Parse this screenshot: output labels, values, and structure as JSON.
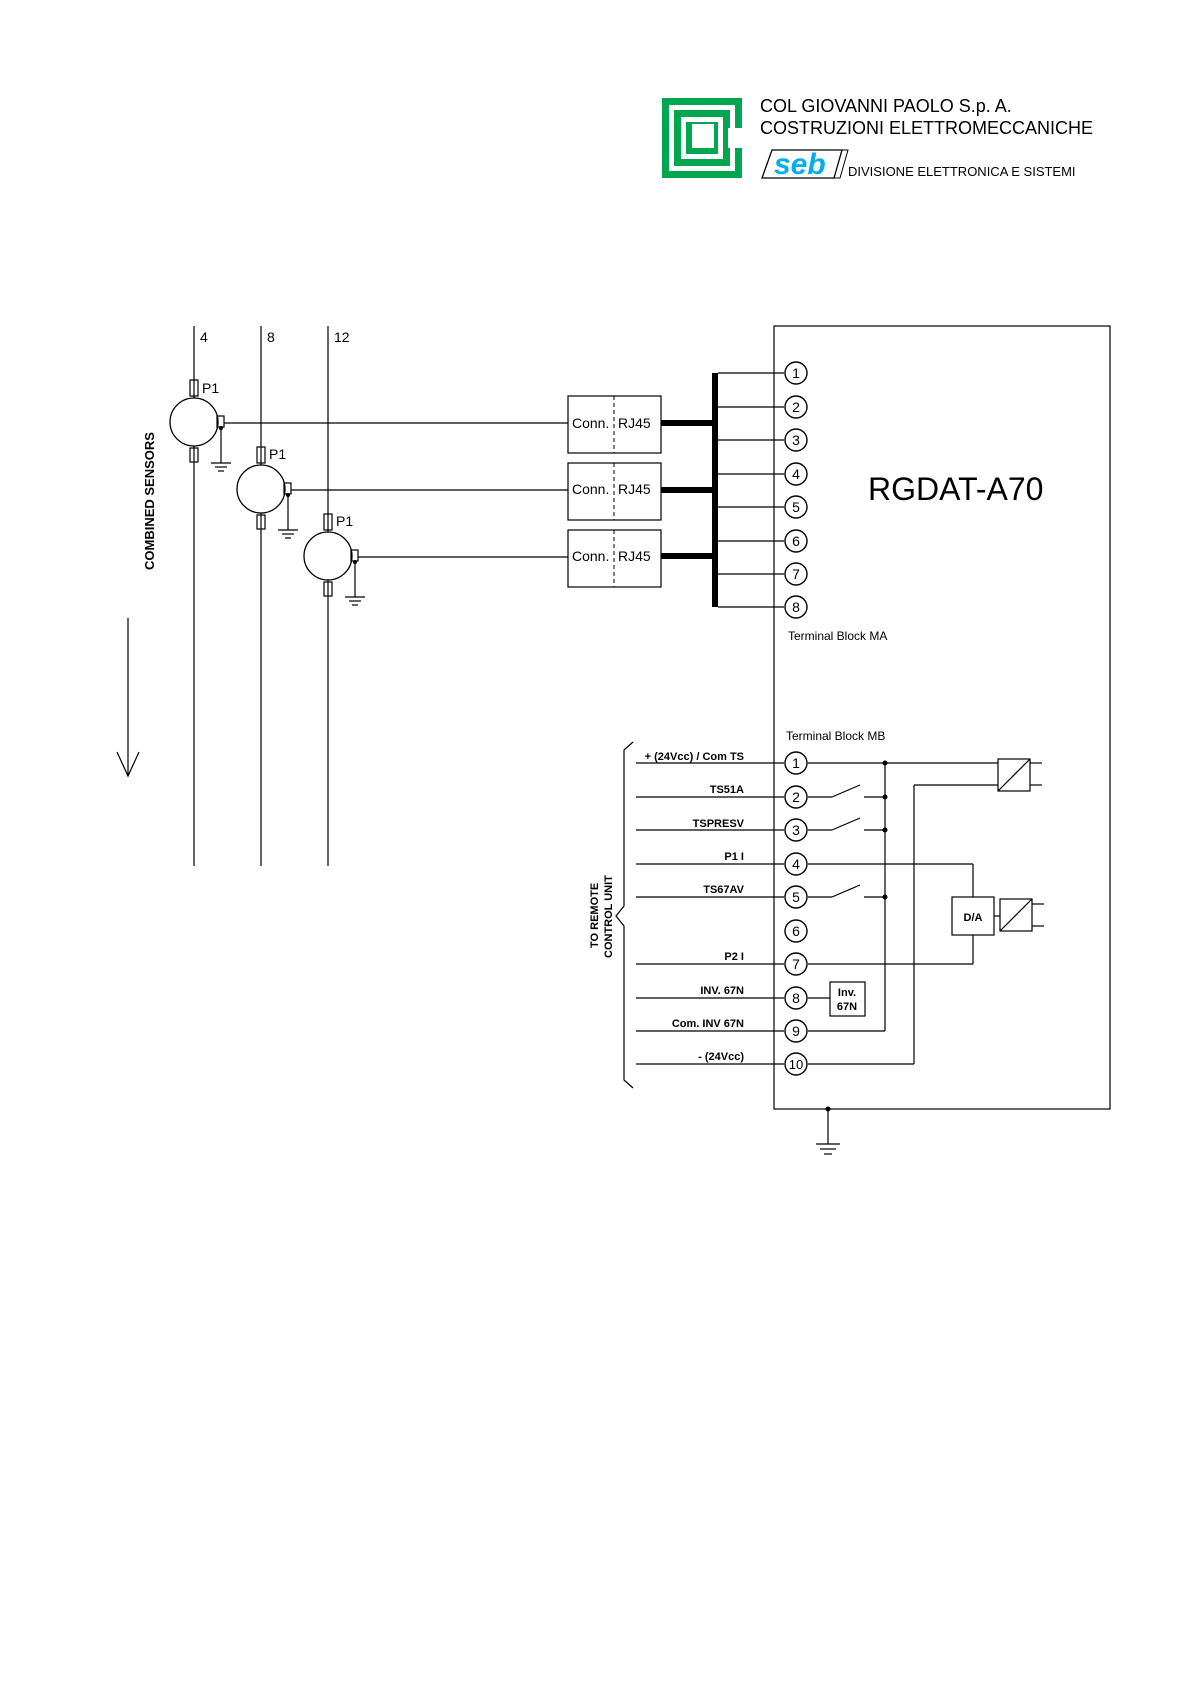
{
  "header": {
    "company_line1": "COL GIOVANNI PAOLO  S.p. A.",
    "company_line2": "COSTRUZIONI ELETTROMECCANICHE",
    "division": "DIVISIONE ELETTRONICA E SISTEMI",
    "seb_logo_text": "seb",
    "brand_green": "#00a650",
    "brand_cyan": "#00aeef"
  },
  "device": {
    "name": "RGDAT-A70",
    "terminal_block_ma": "Terminal Block MA",
    "terminal_block_mb": "Terminal Block MB",
    "ma_terminals": [
      "1",
      "2",
      "3",
      "4",
      "5",
      "6",
      "7",
      "8"
    ],
    "mb_terminals": [
      "1",
      "2",
      "3",
      "4",
      "5",
      "6",
      "7",
      "8",
      "9",
      "10"
    ],
    "mb_signals": [
      "+ (24Vcc) / Com TS",
      "TS51A",
      "TSPRESV",
      "P1 I",
      "TS67AV",
      "",
      "P2 I",
      "INV. 67N",
      "Com. INV 67N",
      "- (24Vcc)"
    ],
    "da_label": "D/A",
    "inv_label_1": "Inv.",
    "inv_label_2": "67N"
  },
  "sensors": {
    "side_label": "COMBINED SENSORS",
    "line_numbers": [
      "4",
      "8",
      "12"
    ],
    "sensor_label": "P1",
    "connector_left": "Conn.",
    "connector_right": "RJ45"
  },
  "remote": {
    "line1": "TO REMOTE",
    "line2": "CONTROL UNIT"
  }
}
